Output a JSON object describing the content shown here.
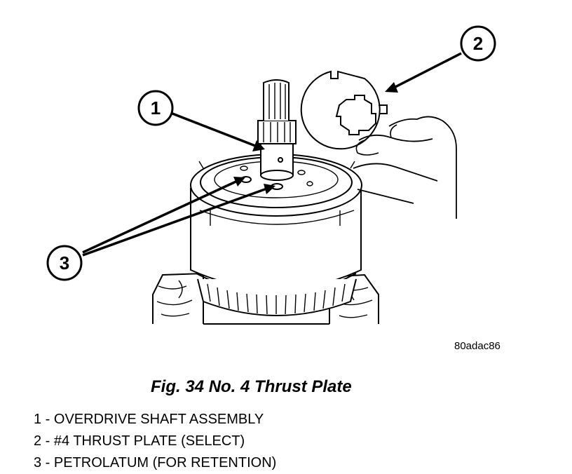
{
  "callouts": [
    {
      "number": "1"
    },
    {
      "number": "2"
    },
    {
      "number": "3"
    }
  ],
  "image_id": "80adac86",
  "figure_title": "Fig. 34 No. 4 Thrust Plate",
  "legend": [
    "1 - OVERDRIVE SHAFT ASSEMBLY",
    "2 - #4 THRUST PLATE (SELECT)",
    "3 - PETROLATUM (FOR RETENTION)"
  ]
}
